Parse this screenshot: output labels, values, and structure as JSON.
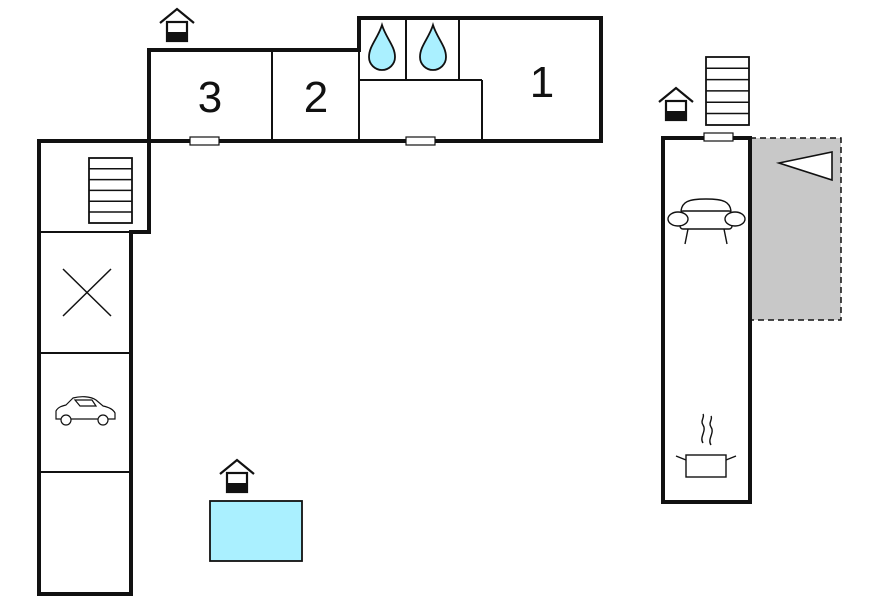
{
  "floorplan": {
    "colors": {
      "wall": "#111111",
      "water": "#aaf0ff",
      "terrace": "#c8c8c8",
      "background": "#ffffff"
    },
    "rooms": [
      {
        "label": "3",
        "type": "bedroom"
      },
      {
        "label": "2",
        "type": "bedroom"
      },
      {
        "label": "1",
        "type": "bedroom"
      }
    ],
    "icons": [
      "entrance-icon",
      "stairs-icon",
      "shower-icon",
      "no-access-icon",
      "car-icon",
      "sofa-icon",
      "cooking-pot-icon",
      "terrace-flag-icon",
      "pool"
    ]
  }
}
